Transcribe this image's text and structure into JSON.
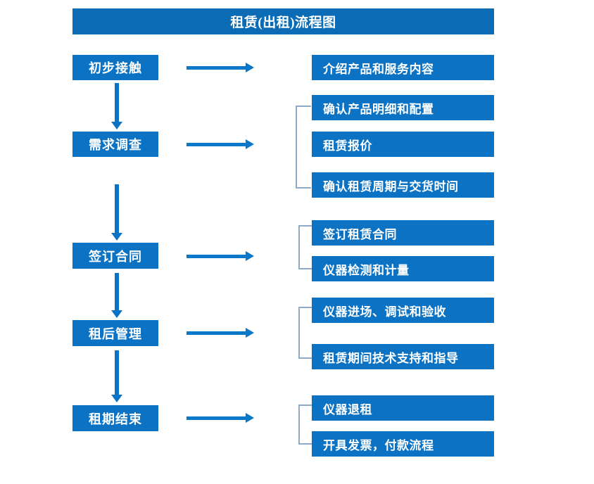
{
  "diagram": {
    "title": "租赁(出租)流程图",
    "colors": {
      "title_bar": "#0b6cb5",
      "box": "#0b72c4",
      "arrow": "#0b77c8",
      "bracket": "#8fa9c9",
      "text": "#ffffff",
      "background": "#ffffff"
    },
    "stages": [
      {
        "label": "初步接触"
      },
      {
        "label": "需求调查"
      },
      {
        "label": "签订合同"
      },
      {
        "label": "租后管理"
      },
      {
        "label": "租期结束"
      }
    ],
    "details": [
      {
        "label": "介绍产品和服务内容"
      },
      {
        "label": "确认产品明细和配置"
      },
      {
        "label": "租赁报价"
      },
      {
        "label": "确认租赁周期与交货时间"
      },
      {
        "label": "签订租赁合同"
      },
      {
        "label": "仪器检测和计量"
      },
      {
        "label": "仪器进场、调试和验收"
      },
      {
        "label": "租赁期间技术支持和指导"
      },
      {
        "label": "仪器退租"
      },
      {
        "label": "开具发票，付款流程"
      }
    ]
  }
}
